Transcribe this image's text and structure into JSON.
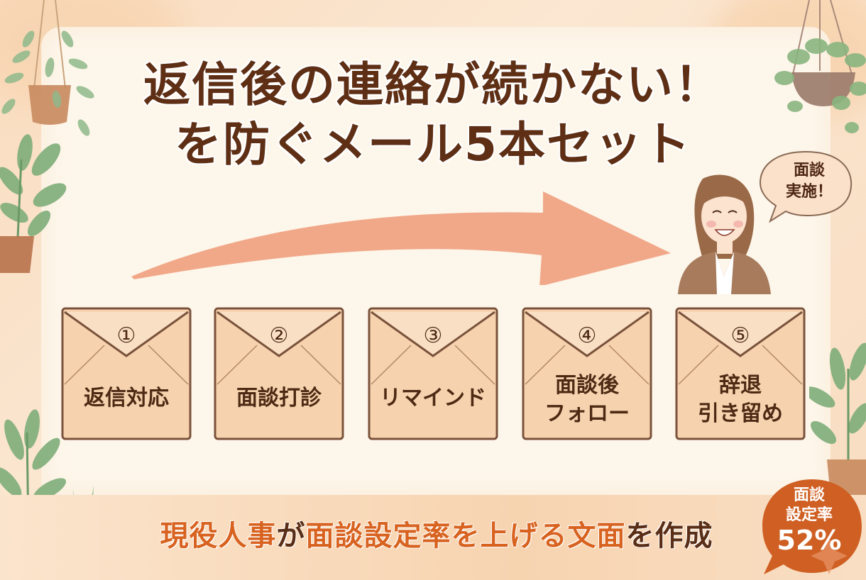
{
  "title": {
    "line1": "返信後の連絡が続かない！",
    "line2": "を防ぐメール5本セット"
  },
  "speech_bubble": {
    "line1": "面談",
    "line2": "実施！"
  },
  "envelopes": [
    {
      "number": "①",
      "label_line1": "返信対応",
      "label_line2": ""
    },
    {
      "number": "②",
      "label_line1": "面談打診",
      "label_line2": ""
    },
    {
      "number": "③",
      "label_line1": "リマインド",
      "label_line2": ""
    },
    {
      "number": "④",
      "label_line1": "面談後",
      "label_line2": "フォロー"
    },
    {
      "number": "⑤",
      "label_line1": "辞退",
      "label_line2": "引き留め"
    }
  ],
  "subtitle": {
    "seg1": "現役人事",
    "seg2": "が",
    "seg3": "面談設定率を上げる文面",
    "seg4": "を作成"
  },
  "badge": {
    "line1": "面談",
    "line2": "設定率",
    "value": "52%"
  },
  "colors": {
    "title_brown": "#5e2f14",
    "accent_orange": "#d8621f",
    "badge_orange": "#cf5f22",
    "arrow_salmon": "#f0a07e",
    "envelope_peach": "#f6d3ae",
    "panel_cream": "#fdf6ea"
  },
  "icons": [
    "hanging-plant-icon",
    "potted-plant-icon",
    "aloe-plant-icon",
    "curved-arrow-icon",
    "envelope-icon",
    "businesswoman-illustration",
    "speech-bubble-icon",
    "sparkle-icon"
  ]
}
